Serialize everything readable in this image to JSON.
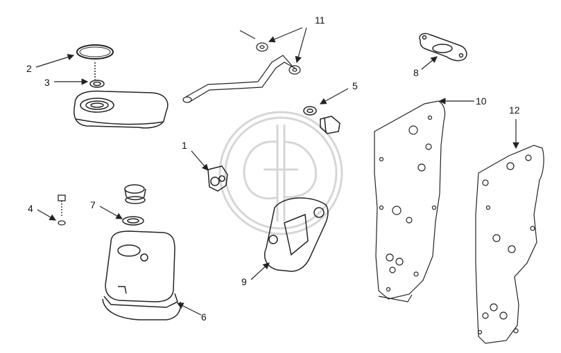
{
  "callouts": {
    "c1": "1",
    "c2": "2",
    "c3": "3",
    "c4": "4",
    "c5": "5",
    "c6": "6",
    "c7": "7",
    "c8": "8",
    "c9": "9",
    "c10": "10",
    "c11": "11",
    "c12": "12"
  },
  "colors": {
    "ink": "#222222",
    "watermark": "#d8d8d8"
  }
}
